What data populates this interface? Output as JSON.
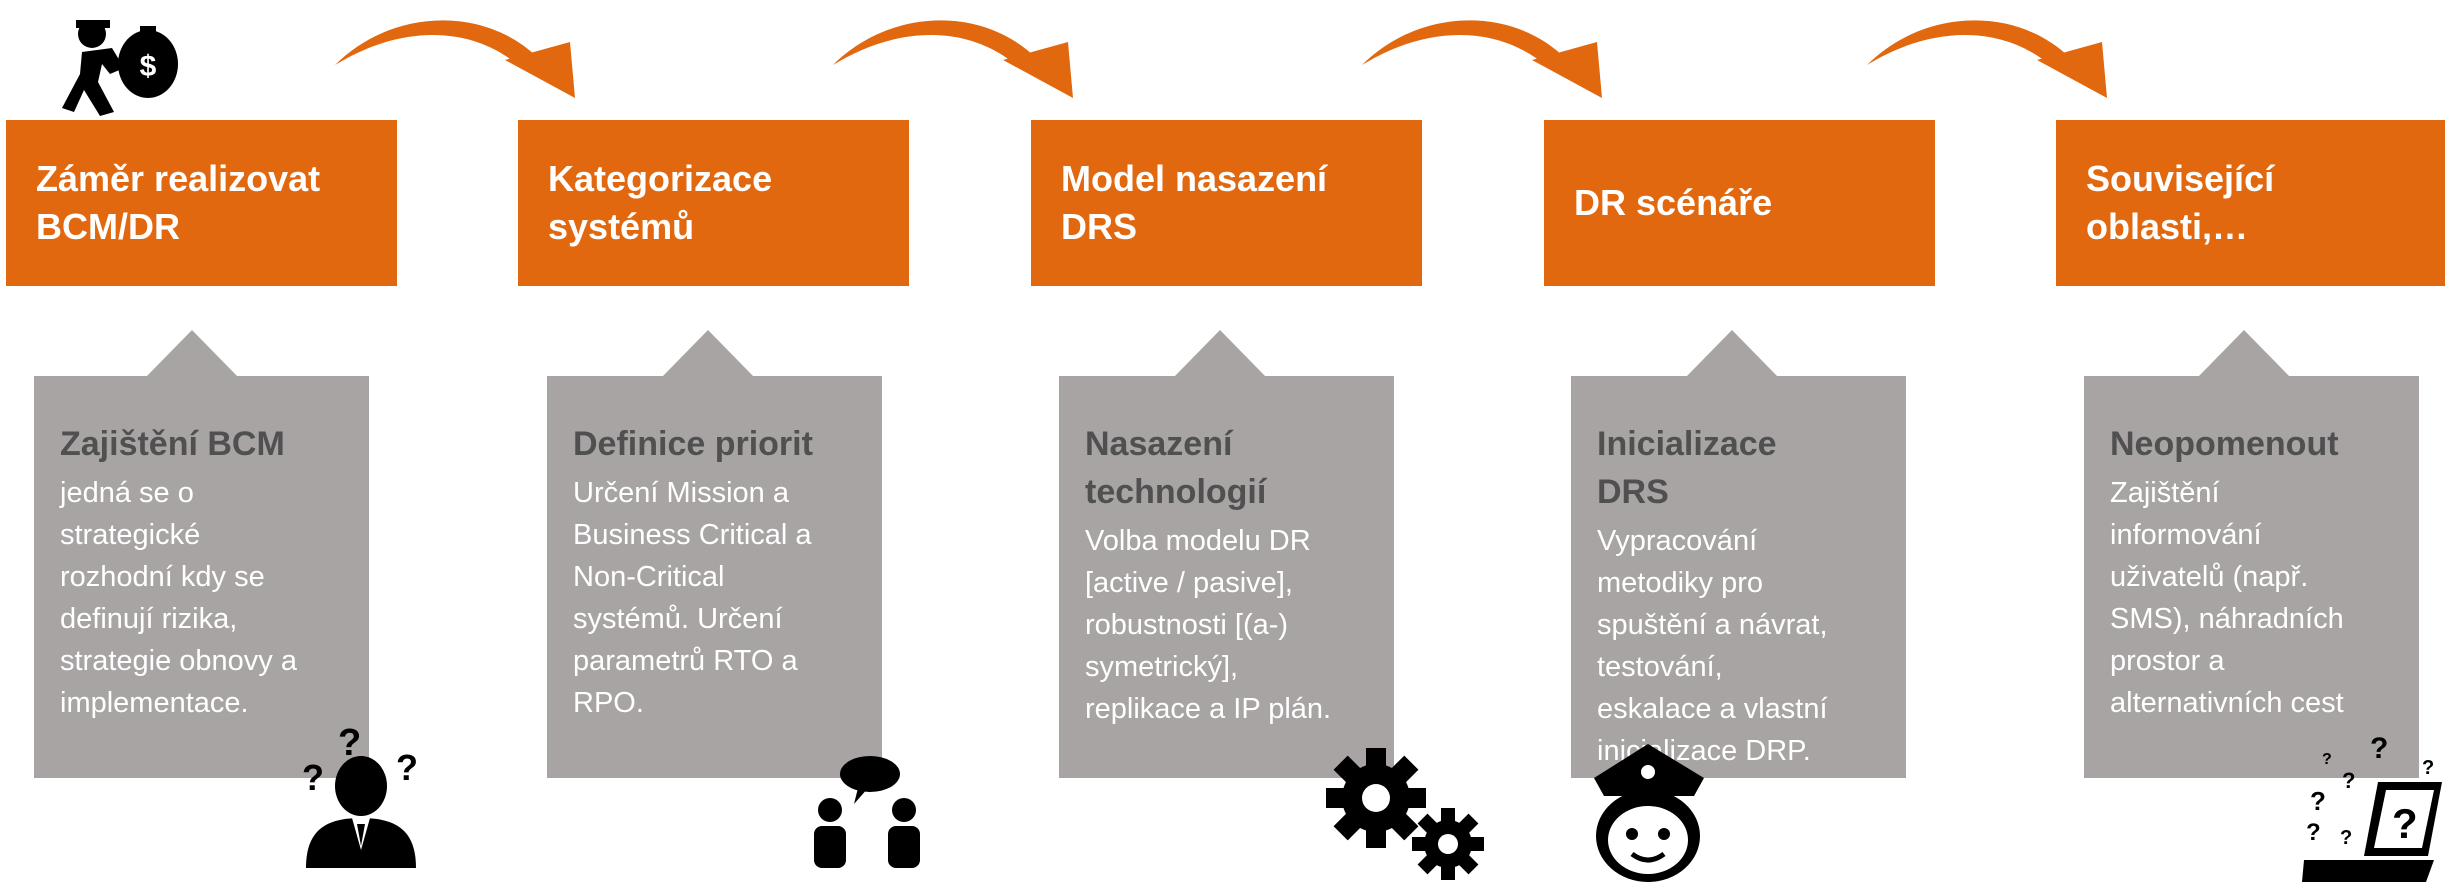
{
  "colors": {
    "accent": "#e2680f",
    "card": "#a7a4a3",
    "card_title": "#505050",
    "icon": "#000000"
  },
  "steps": [
    {
      "header": "Záměr realizovat\nBCM/DR",
      "title": "Zajištění BCM",
      "body": "jedná se o\nstrategické\nrozhodní kdy se\ndefinují rizika,\nstrategie obnovy a\nimplementace.",
      "icon": "confused-person-icon"
    },
    {
      "header": "Kategorizace\nsystémů",
      "title": "Definice priorit",
      "body": "Určení Mission a\nBusiness Critical a\nNon-Critical\nsystémů. Určení\nparametrů RTO a\nRPO.",
      "icon": "discussion-people-icon"
    },
    {
      "header": "Model nasazení\nDRS",
      "title": "Nasazení\ntechnologií",
      "body": "Volba modelu DR\n[active / pasive],\nrobustnosti [(a-)\nsymetrický],\nreplikace a IP plán.",
      "icon": "gears-icon"
    },
    {
      "header": "DR scénáře",
      "title": "Inicializace\nDRS",
      "body": "Vypracování\nmetodiky pro\nspuštění a návrat,\ntestování,\neskalace a vlastní\ninicializace DRP.",
      "icon": "police-officer-icon"
    },
    {
      "header": "Související\noblasti,…",
      "title": "Neopomenout",
      "body": "Zajištění\ninformování\nuživatelů (např.\nSMS), náhradních\nprostor a\nalternativních cest",
      "icon": "laptop-question-icon"
    }
  ],
  "top_icon": {
    "name": "thief-money-bag-icon",
    "symbol": "$"
  },
  "question_mark": "?"
}
